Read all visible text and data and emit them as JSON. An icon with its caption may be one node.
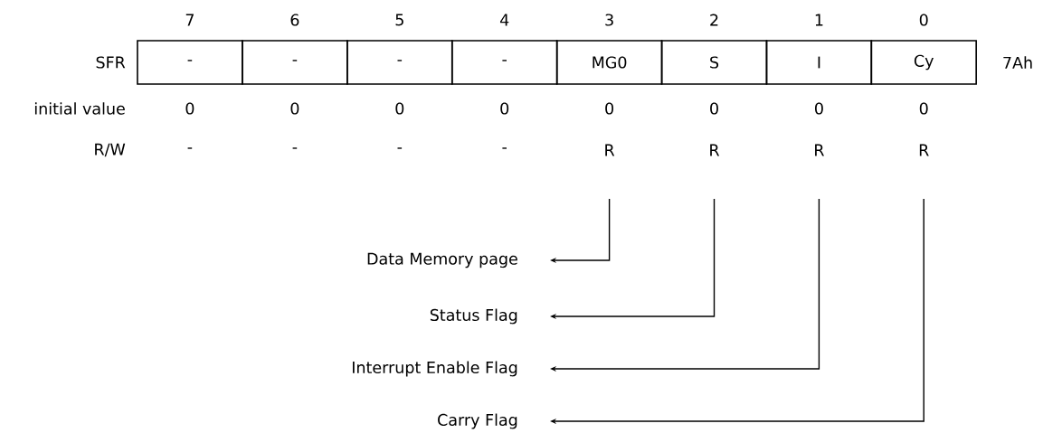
{
  "diagram": {
    "nodes": [
      {
        "text": [
          "-"
        ]
      },
      {
        "text": [
          "-"
        ]
      },
      {
        "text": [
          "-"
        ]
      },
      {
        "text": [
          "-"
        ]
      },
      {
        "text": [
          "MG0"
        ]
      },
      {
        "text": [
          "S"
        ]
      },
      {
        "text": [
          "I"
        ]
      },
      {
        "text": [
          "Cy"
        ]
      },
      {
        "text": [
          "Data Memory page"
        ]
      },
      {
        "text": [
          "Status Flag"
        ]
      },
      {
        "text": [
          "Interrupt Enable Flag"
        ]
      },
      {
        "text": [
          "Carry Flag"
        ]
      }
    ],
    "edges": [
      {
        "from": null,
        "to": 8,
        "arrow": "to"
      },
      {
        "from": null,
        "to": 9,
        "arrow": "to"
      },
      {
        "from": null,
        "to": 10,
        "arrow": "to"
      },
      {
        "from": null,
        "to": 11,
        "arrow": "to"
      }
    ],
    "labels": [
      "7",
      "6",
      "5",
      "4",
      "3",
      "2",
      "1",
      "0",
      "SFR",
      "7Ah",
      "initial value",
      "0",
      "0",
      "0",
      "0",
      "0",
      "0",
      "0",
      "0",
      "R/W",
      "-",
      "-",
      "-",
      "-",
      "R",
      "R",
      "R",
      "R"
    ]
  }
}
